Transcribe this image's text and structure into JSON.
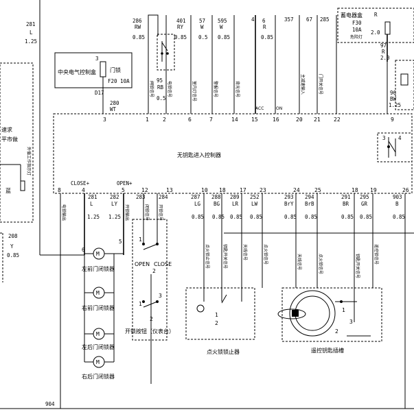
{
  "controller": {
    "label": "无钥匙进入控制器",
    "top_pins": [
      "1",
      "2",
      "6",
      "7",
      "14",
      "15",
      "16",
      "20",
      "21",
      "22"
    ],
    "bottom_pins": [
      "8",
      "4",
      "5",
      "12",
      "13",
      "10",
      "18",
      "17",
      "23",
      "24",
      "25",
      "18",
      "19",
      "26"
    ],
    "close_label": "CLOSE+",
    "open_label": "OPEN+",
    "pin3": "3",
    "pin9": "9"
  },
  "top_wires": [
    {
      "num": "286",
      "color": "RW",
      "size": "0.85"
    },
    {
      "num": "401",
      "color": "RY",
      "size": "0.85"
    },
    {
      "num": "57",
      "color": "W",
      "size": "0.5"
    },
    {
      "num": "595",
      "color": "W",
      "size": "0.85"
    },
    {
      "num": "4",
      "color": "",
      "size": ""
    },
    {
      "num": "6",
      "color": "R",
      "size": "0.85"
    },
    {
      "num": "357",
      "color": "",
      "size": ""
    },
    {
      "num": "67",
      "color": "",
      "size": ""
    },
    {
      "num": "285",
      "color": "",
      "size": ""
    }
  ],
  "top_vertical_notes": [
    "闸锁信号",
    "电锁信号",
    "室内灯信号",
    "警报信号",
    "背光信号",
    "ACC",
    "ON",
    "主减速输入",
    "门开关信号"
  ],
  "wire_281_top": {
    "num": "281",
    "color": "L",
    "size": "1.25"
  },
  "central_lock_box": {
    "label": "中央电气控制盒",
    "fuse_name": "门锁",
    "fuse_spec": "F20 10A",
    "pin": "3",
    "connector": "D17"
  },
  "wire_95": {
    "num": "95",
    "color": "RB",
    "size": "0.5"
  },
  "wire_280": {
    "num": "280",
    "color": "WT"
  },
  "fuse_box_right": {
    "label": "蓄电器盒",
    "fuse": "F30",
    "amp": "10A",
    "sub": "危险灯",
    "wire_color": "R",
    "wire_size": "2.0"
  },
  "wire_97": {
    "num": "97",
    "color": "R",
    "size": "2.0"
  },
  "wire_96": {
    "num": "96",
    "color": "BW",
    "size": "1.25"
  },
  "left_module": {
    "line1": "速求",
    "line2": "平市做",
    "vertical": "外循工作指示灯",
    "letter": "蓝"
  },
  "wire_208": {
    "num": "208",
    "color": "Y",
    "size": "0.85"
  },
  "bottom_wires": [
    {
      "num": "281",
      "color": "L",
      "size": "1.25"
    },
    {
      "num": "282",
      "color": "LY",
      "size": "1.25"
    },
    {
      "num": "283",
      "color": "",
      "size": ""
    },
    {
      "num": "284",
      "color": "",
      "size": ""
    },
    {
      "num": "287",
      "color": "LG",
      "size": "0.85"
    },
    {
      "num": "288",
      "color": "BG",
      "size": "0.85"
    },
    {
      "num": "289",
      "color": "LR",
      "size": "0.85"
    },
    {
      "num": "252",
      "color": "LW",
      "size": "0.85"
    },
    {
      "num": "293",
      "color": "BrY",
      "size": "0.85"
    },
    {
      "num": "294",
      "color": "BrB",
      "size": "0.85"
    },
    {
      "num": "291",
      "color": "BR",
      "size": "0.85"
    },
    {
      "num": "295",
      "color": "GR",
      "size": "0.85"
    },
    {
      "num": "903",
      "color": "B",
      "size": "0.85"
    }
  ],
  "bottom_vertical_notes": [
    "电锁输出",
    "开锁输出",
    "闭锁信号",
    "开锁信号",
    "点火锁止信号",
    "钥匙开关信号",
    "天线信号",
    "点火锁信号",
    "天线信号",
    "点火锁信号",
    "钥匙开关信号",
    "遥控锁信号"
  ],
  "motors": [
    {
      "label": "左前门闭锁器",
      "letter": "M",
      "pin_a": "6",
      "pin_b": "5"
    },
    {
      "label": "右前门闭锁器",
      "letter": "M"
    },
    {
      "label": "左后门闭锁器",
      "letter": "M"
    },
    {
      "label": "右后门闭锁器",
      "letter": "M"
    }
  ],
  "switch_open": "OPEN",
  "switch_close": "CLOSE",
  "switch_pins": [
    "1",
    "2",
    "3",
    "2",
    "1"
  ],
  "lock_switch_label": "开锁按钮（仪表台）",
  "ignition_lock_label": "点火锁锁止器",
  "ignition_pins": [
    "1",
    "2"
  ],
  "remote_label": "遥控钥匙插槽",
  "remote_pins": [
    "1",
    "2",
    "3"
  ],
  "relay_pins": [
    "3",
    "4"
  ],
  "wire_904": "904"
}
